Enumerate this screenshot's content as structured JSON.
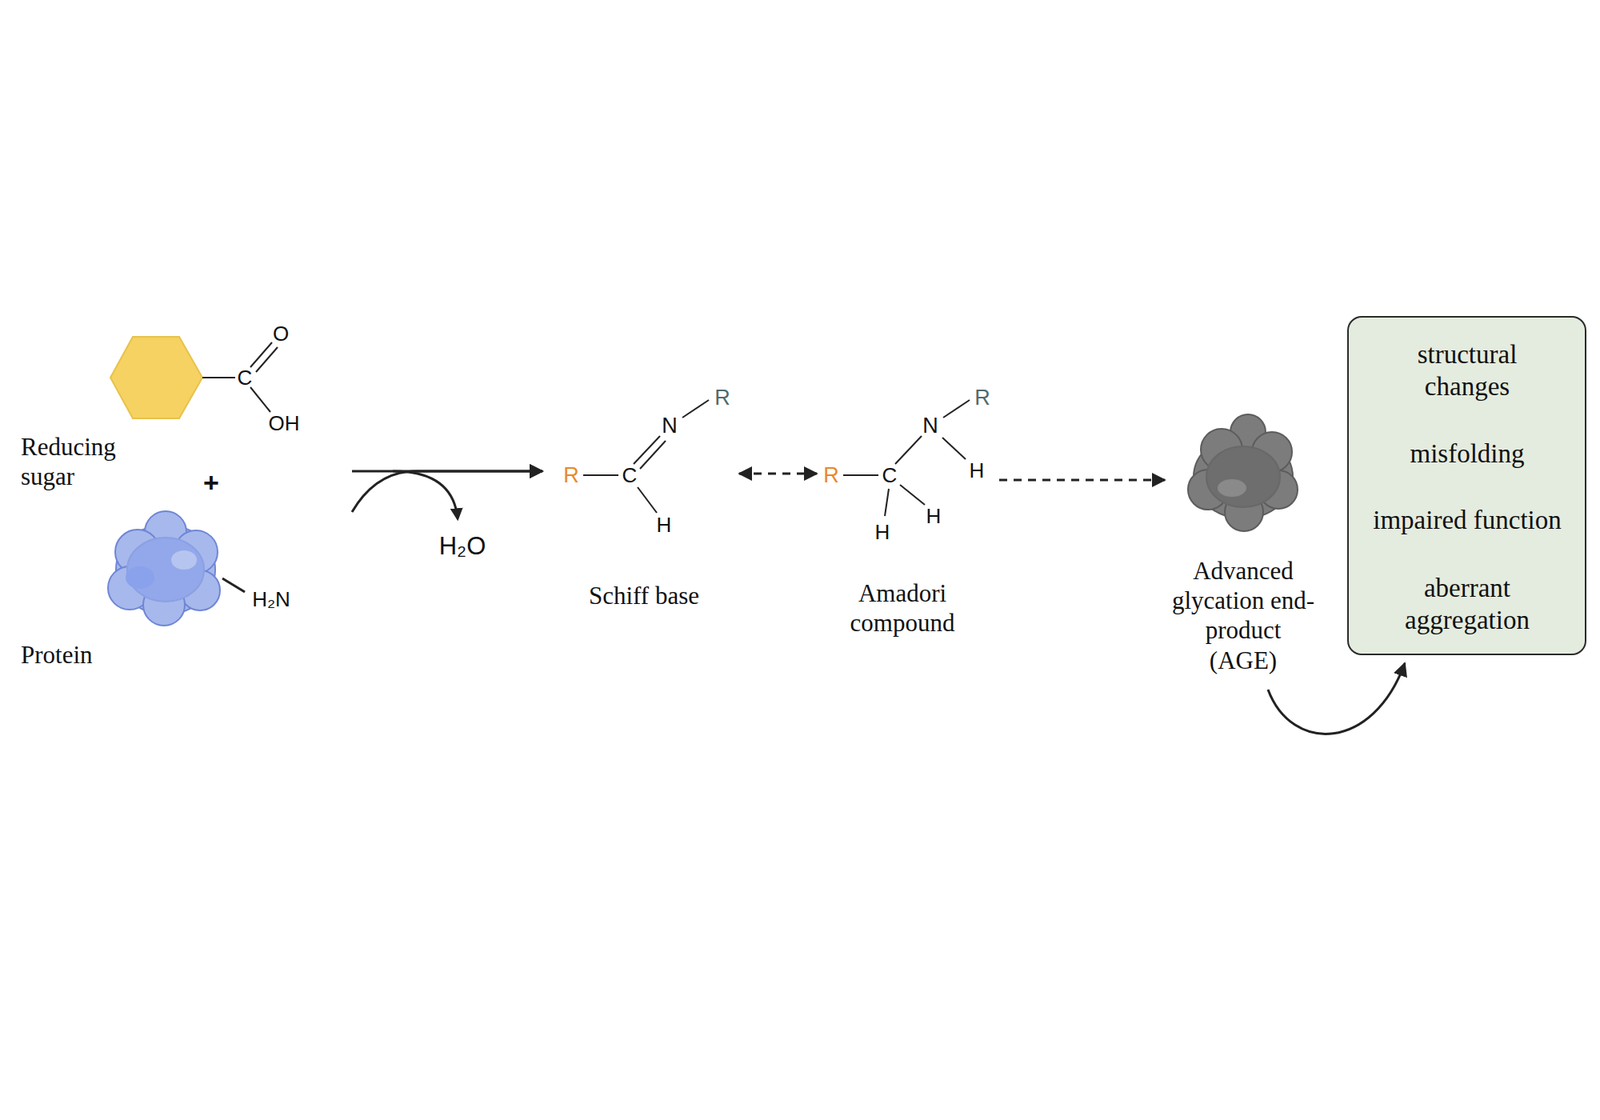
{
  "diagram": {
    "nodes": [
      {
        "text": [
          "Reducing sugar"
        ]
      },
      {
        "text": [
          "Protein"
        ]
      },
      {
        "text": [
          "Schiff base"
        ]
      },
      {
        "text": [
          "Amadori compound"
        ]
      },
      {
        "text": [
          "Advanced glycation end-product (AGE)"
        ]
      },
      {
        "text": [
          "structural changes",
          "misfolding",
          "impaired function",
          "aberrant aggregation"
        ]
      }
    ],
    "edges": [
      {
        "from": 0,
        "to": 2,
        "arrow": "to"
      },
      {
        "from": 1,
        "to": 2,
        "arrow": "to"
      },
      {
        "from": 2,
        "to": 3,
        "arrow": "both"
      },
      {
        "from": 3,
        "to": 4,
        "arrow": "to"
      },
      {
        "from": 4,
        "to": 5,
        "arrow": "to"
      }
    ],
    "labels": [
      "O",
      "C",
      "OH",
      "+",
      "H₂N",
      "H₂O",
      "R",
      "C",
      "N",
      "R",
      "H",
      "R",
      "C",
      "N",
      "R",
      "H",
      "H",
      "H"
    ]
  }
}
